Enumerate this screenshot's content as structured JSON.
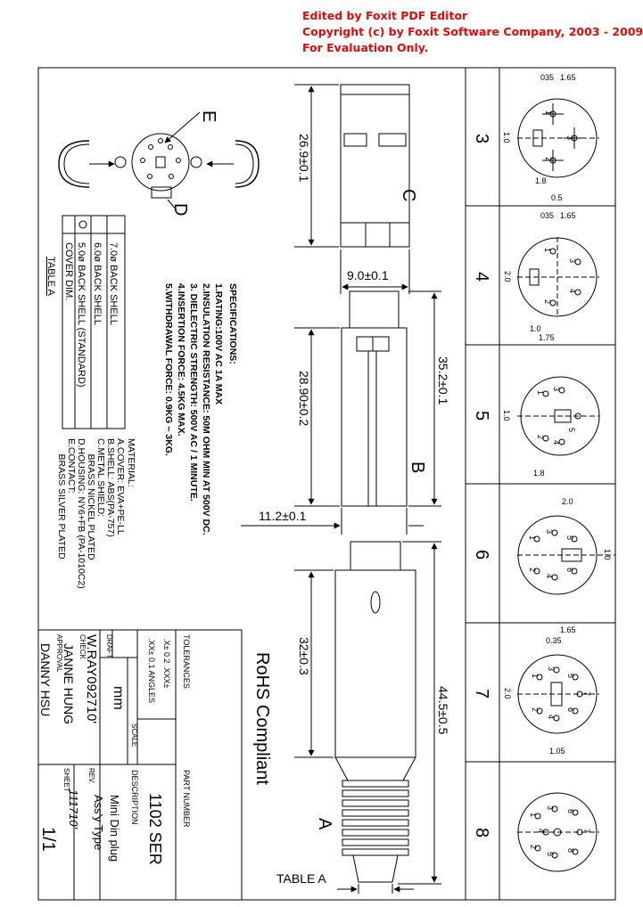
{
  "watermark": {
    "line1": "Edited by Foxit PDF Editor",
    "line2": "Copyright (c) by Foxit Software Company, 2003 - 2009",
    "line3": "For Evaluation Only."
  },
  "callouts": {
    "e": "E",
    "d": "D",
    "c": "C",
    "b": "B",
    "a": "A"
  },
  "dimensions": {
    "d1": "26.9±0.1",
    "d2": "9.0±0.1",
    "d3": "35.2±0.1",
    "d4": "28.90±0.2",
    "d5": "11.2±0.1",
    "d6": "32±0.3",
    "d7": "44.5±0.5"
  },
  "table_a_label": "TABLE A",
  "rohs": "RoHS Compliant",
  "table": {
    "title": "TABLE A",
    "header": "COVER DIM.",
    "rows": [
      "5.0ø BACK SHELL (STANDARD)",
      "6.0ø BACK SHELL",
      "7.0ø BACK SHELL"
    ],
    "mark": "O"
  },
  "specifications": {
    "title": "SPECIFICATIONS:",
    "lines": [
      "1.RATING:100V AC 1A MAX",
      "2.INSULATION RESISTANCE: 50M OHM MIN AT 500V DC.",
      "3. DIELECTRIC STRENGTH: 500V AC / 1 MINUTE.",
      "4.INSERTION FORCE: 4.5KG MAX.",
      "5.WITHDRAWAL FORCE: 0.9KG ~ 3KG."
    ]
  },
  "material": {
    "title": "MATERIAL:",
    "lines": [
      "A.COVER: EVA+PE-LL",
      "B.SHELL: ABS(PA-757)",
      "C.METAL SHIELD:",
      "      BRASS NICKEL PLATED",
      "D.HOUSING: NY6+FB (PA-1010C2)",
      "E.CONTACT:",
      "      BRASS SILVER PLATED"
    ]
  },
  "title_block": {
    "tolerances_label": "TOLERANCES",
    "tol_values": ".X±  0.2  .XXX±",
    "tol_values2": ".XX±  0.1  ANGLES",
    "part_number_label": "PART NUMBER",
    "part_number": "1102 SER",
    "description_label": "DESCRIPTION",
    "desc1": "Mini Din plug",
    "desc2": "Ass'y Type",
    "draft_label": "DRAFT",
    "draft": "W.RAY092710'",
    "units": "mm",
    "scale_label": "SCALE",
    "check_label": "CHECK",
    "check": "JANNE HUNG",
    "approval_label": "APPROVAL",
    "approval": "DANNY HSU",
    "rev_label": "REV.",
    "rev": "111710'",
    "sheet_label": "SHEET",
    "sheet": "1/1"
  },
  "pinouts": [
    {
      "pins": "3",
      "labels": [
        "1",
        "2",
        "3"
      ],
      "dims": [
        "035",
        "1.65",
        "1.0",
        "1.8",
        "0.5"
      ]
    },
    {
      "pins": "4",
      "labels": [
        "1",
        "2",
        "3",
        "4"
      ],
      "dims": [
        "035",
        "1.65",
        "2.0",
        "1.0",
        "1.75"
      ]
    },
    {
      "pins": "5",
      "labels": [
        "1",
        "2",
        "3",
        "4",
        "5"
      ],
      "dims": [
        "1.0",
        "1.8"
      ]
    },
    {
      "pins": "6",
      "labels": [
        "1",
        "2",
        "3",
        "4",
        "5",
        "6"
      ],
      "dims": [
        "2.0",
        "1.0"
      ]
    },
    {
      "pins": "7",
      "labels": [
        "1",
        "2",
        "3",
        "4",
        "5",
        "6",
        "7"
      ],
      "dims": [
        "1.65",
        "0.35",
        "2.0",
        "1.05"
      ]
    },
    {
      "pins": "8",
      "labels": [
        "1",
        "2",
        "3",
        "4",
        "5",
        "6",
        "7",
        "8"
      ],
      "dims": []
    }
  ]
}
